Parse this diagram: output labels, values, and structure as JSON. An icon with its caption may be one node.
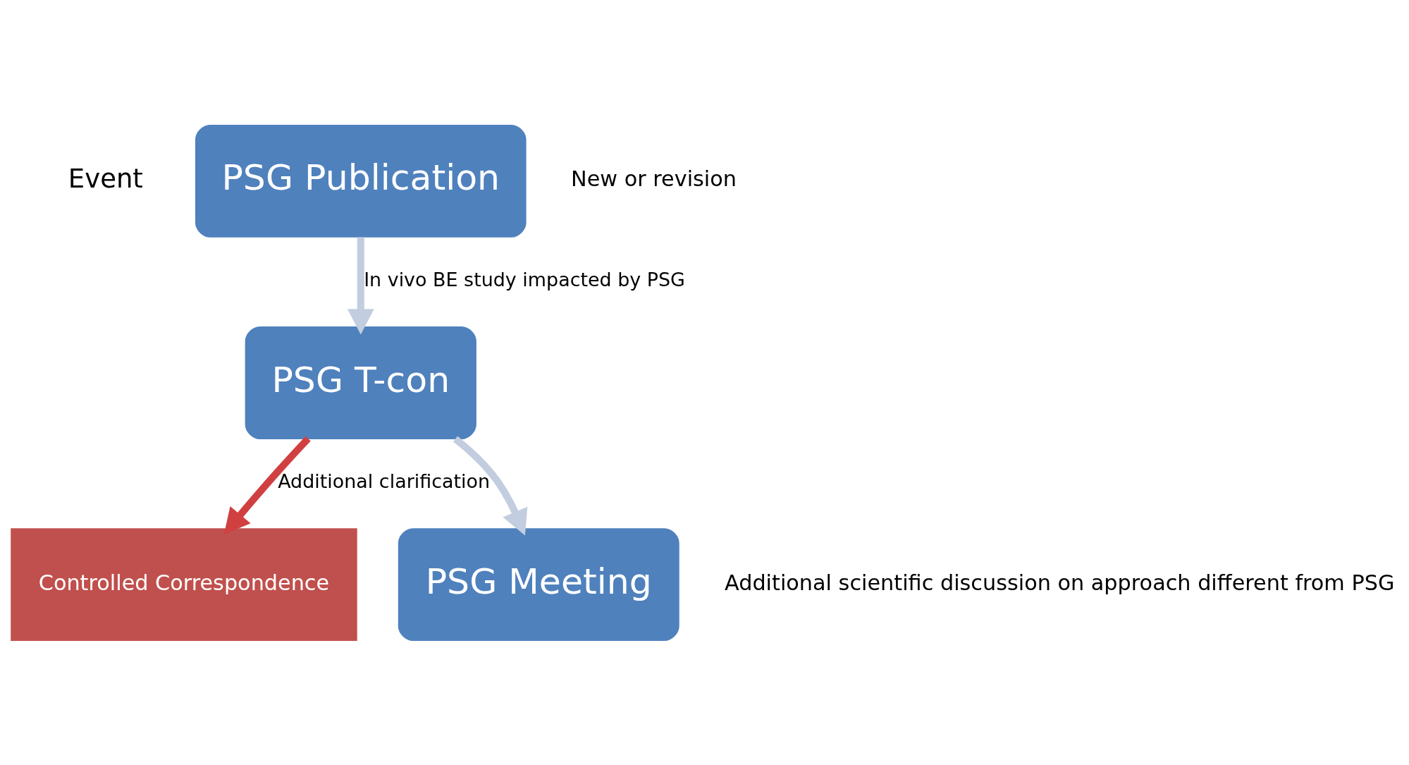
{
  "diagram": {
    "nodes": [
      {
        "text": [
          "PSG Publication"
        ],
        "beside": [
          "New or revision"
        ]
      },
      {
        "text": [
          "PSG T-con"
        ]
      },
      {
        "text": [
          "PSG Meeting"
        ],
        "beside": [
          "Additional scientific discussion on approach different from PSG"
        ]
      },
      {
        "text": [
          "Controlled Correspondence"
        ]
      }
    ],
    "edges": [
      {
        "from": 0,
        "to": 1,
        "arrow": "to",
        "label": "In vivo BE study impacted by PSG"
      },
      {
        "from": 1,
        "to": 2,
        "arrow": "to"
      },
      {
        "from": 1,
        "to": 3,
        "arrow": "to",
        "label": "Additional clarification",
        "color": "#d04040"
      }
    ],
    "labels": [
      "Event"
    ]
  }
}
